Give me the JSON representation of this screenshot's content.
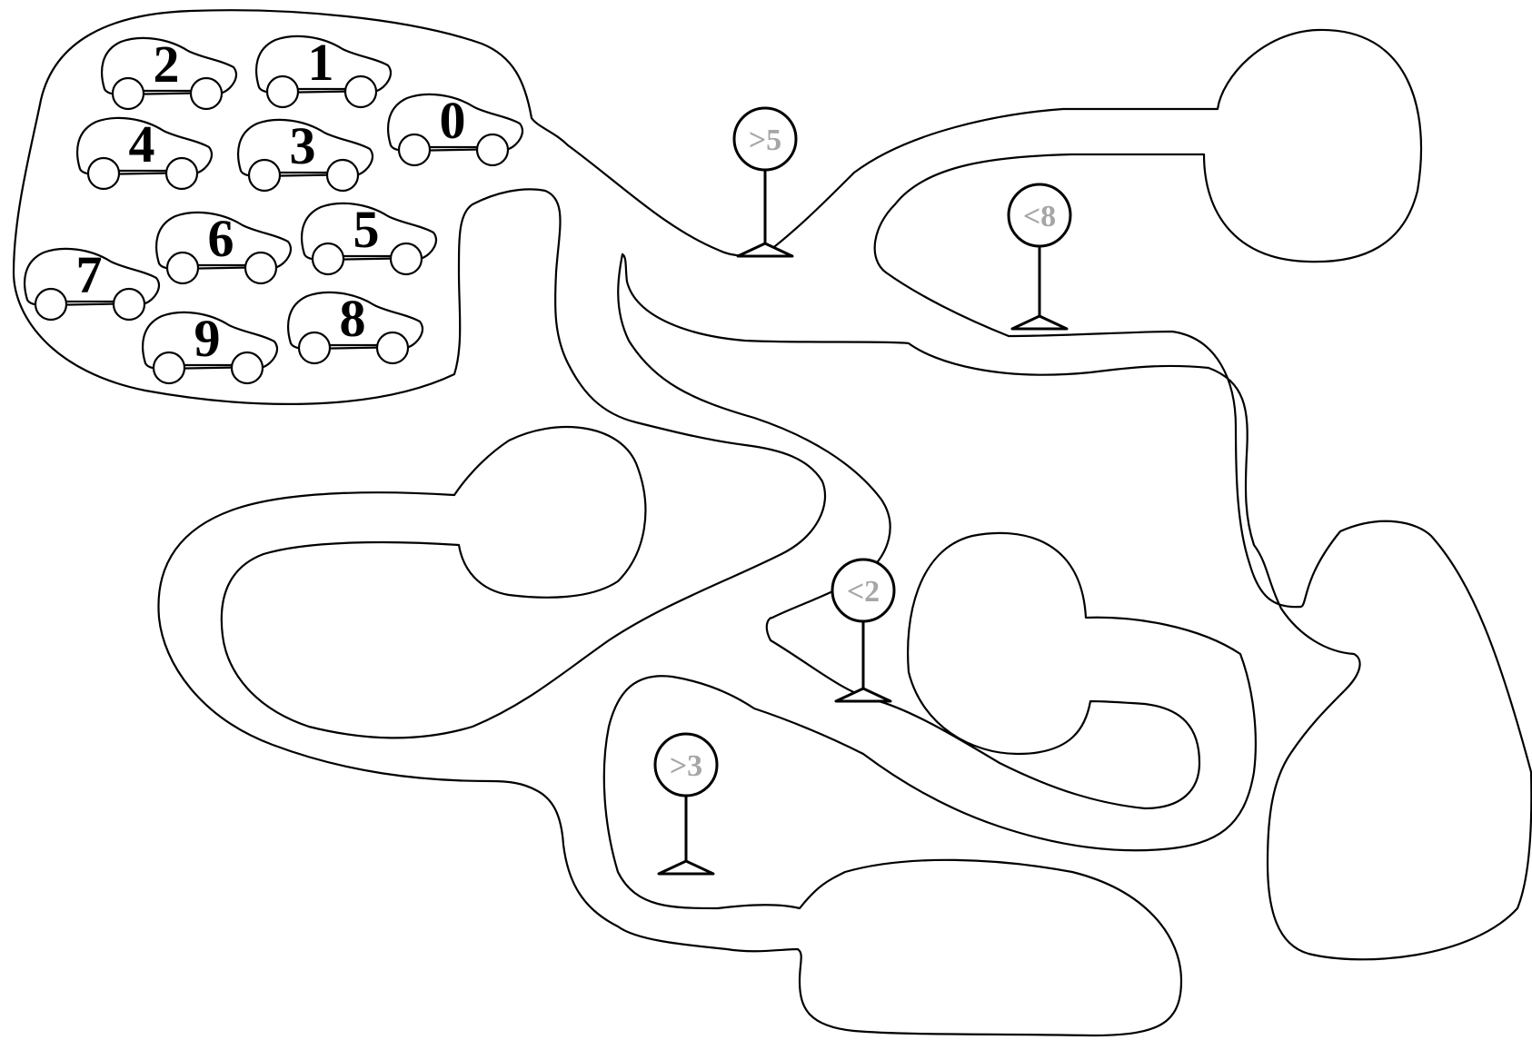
{
  "cars": [
    {
      "label": "2"
    },
    {
      "label": "1"
    },
    {
      "label": "0"
    },
    {
      "label": "4"
    },
    {
      "label": "3"
    },
    {
      "label": "6"
    },
    {
      "label": "5"
    },
    {
      "label": "7"
    },
    {
      "label": "9"
    },
    {
      "label": "8"
    }
  ],
  "signs": [
    {
      "label": ">5"
    },
    {
      "label": "<8"
    },
    {
      "label": "<2"
    },
    {
      "label": ">3"
    }
  ],
  "colors": {
    "line": "#000000",
    "sign_text": "#a6a6a6",
    "background": "#ffffff"
  }
}
